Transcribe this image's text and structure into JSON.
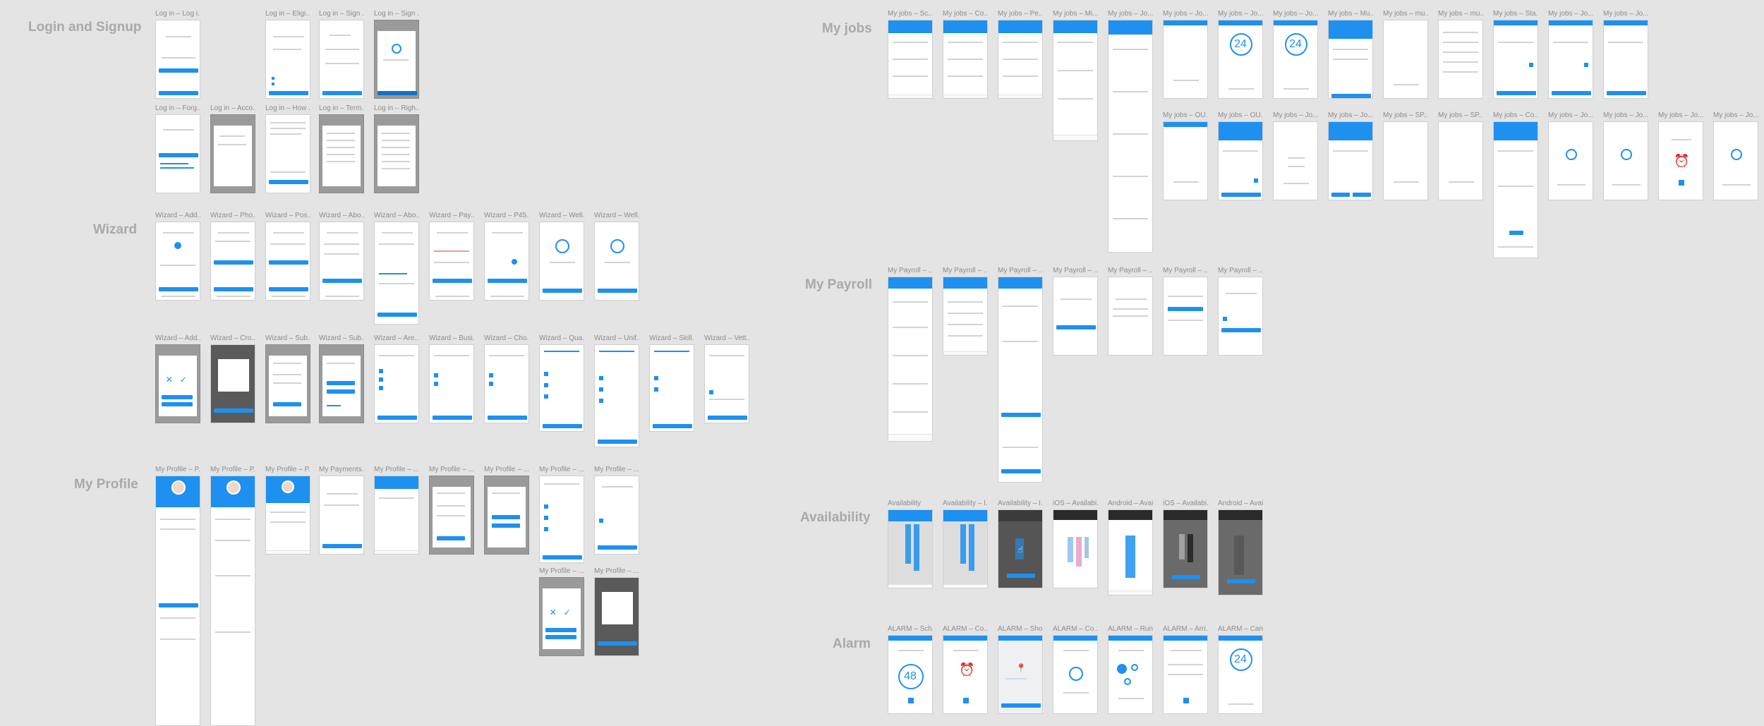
{
  "sections": [
    {
      "title": "Login and Signup"
    },
    {
      "title": "Wizard"
    },
    {
      "title": "My Profile"
    },
    {
      "title": "My jobs"
    },
    {
      "title": "My Payroll"
    },
    {
      "title": "Availability"
    },
    {
      "title": "Alarm"
    }
  ],
  "boards": {
    "login": [
      "Log in – Log i...",
      "Log in – Eligi...",
      "Log in – Sign ...",
      "Log in – Sign ...",
      "Log in – Forg...",
      "Log in – Acco...",
      "Log in – How ...",
      "Log in – Term...",
      "Log in – Righ..."
    ],
    "wizard": [
      "Wizard – Add...",
      "Wizard – Pho...",
      "Wizard – Pos...",
      "Wizard – Abo...",
      "Wizard – Abo...",
      "Wizard – Pay...",
      "Wizard – P45...",
      "Wizard – Well...",
      "Wizard – Well...",
      "Wizard – Add...",
      "Wizard – Cro...",
      "Wizard – Sub...",
      "Wizard – Sub...",
      "Wizard – Are...",
      "Wizard – Busi...",
      "Wizard – Cho...",
      "Wizard – Qua...",
      "Wizard – Unif...",
      "Wizard – Skill...",
      "Wizard – Vett..."
    ],
    "profile": [
      "My Profile – P...",
      "My Profile – P...",
      "My Profile – P...",
      "My Payments...",
      "My Profile – ...",
      "My Profile – ...",
      "My Profile – ...",
      "My Profile – ...",
      "My Profile – ...",
      "My Profile – ...",
      "My Profile – ..."
    ],
    "jobs": [
      "My jobs – Sc...",
      "My jobs – Co...",
      "My jobs – Pe...",
      "My jobs – Mi...",
      "My jobs – Jo...",
      "My jobs – Jo...",
      "My jobs – Jo...",
      "My jobs – Jo...",
      "My jobs – Mu...",
      "My jobs – mu...",
      "My jobs – mu...",
      "My jobs – Sta...",
      "My jobs – Jo...",
      "My jobs – Jo...",
      "My jobs – OU...",
      "My jobs – OU...",
      "My jobs – Jo...",
      "My jobs – Jo...",
      "My jobs – SP...",
      "My jobs – SP...",
      "My jobs – Co...",
      "My jobs – Jo...",
      "My jobs – Jo...",
      "My jobs – Jo...",
      "My jobs – Jo..."
    ],
    "payroll": [
      "My Payroll – ...",
      "My Payroll – ...",
      "My Payroll – ...",
      "My Payroll – ...",
      "My Payroll – ...",
      "My Payroll – ...",
      "My Payroll – ..."
    ],
    "availability": [
      "Availability",
      "Availability – I...",
      "Availability – I...",
      "iOS – Availabi...",
      "Android – Avail...",
      "iOS – Availabi...",
      "Android – Avail..."
    ],
    "alarm": [
      "ALARM – Sch...",
      "ALARM – Co...",
      "ALARM – Sho...",
      "ALARM – Co...",
      "ALARM – Run...",
      "ALARM – Arri...",
      "ALARM – Can..."
    ]
  },
  "counters": {
    "jobs_a": "24",
    "jobs_b": "24",
    "alarm_a": "48",
    "alarm_b": "24"
  },
  "colors": {
    "accent": "#1e90f0",
    "canvas": "#e4e4e4",
    "label": "#8c8c8c",
    "title": "#a9a9a9"
  }
}
